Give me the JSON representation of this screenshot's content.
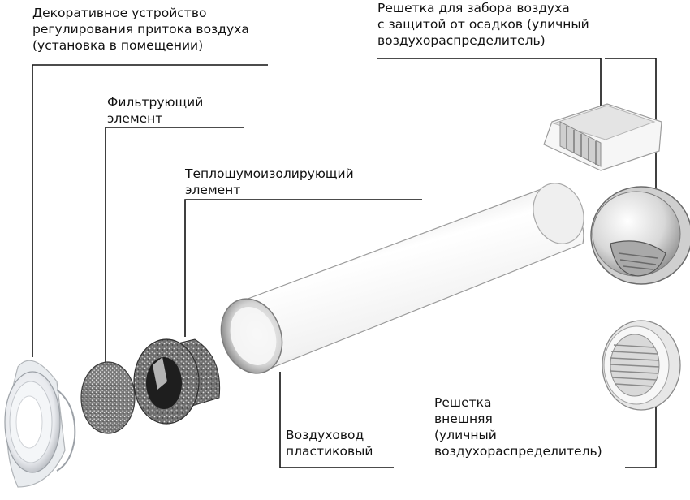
{
  "labels": {
    "decorative_device": [
      "Декоративное устройство",
      "регулирования притока воздуха",
      "(установка в помещении)"
    ],
    "intake_grille": [
      "Решетка для забора воздуха",
      "с защитой от осадков (уличный",
      "воздухораспределитель)"
    ],
    "filter": [
      "Фильтрующий",
      "элемент"
    ],
    "insulation": [
      "Теплошумоизолирующий",
      "элемент"
    ],
    "duct": [
      "Воздуховод",
      "пластиковый"
    ],
    "outer_grille": [
      "Решетка",
      "внешняя",
      "(уличный",
      "воздухораспределитель)"
    ]
  }
}
